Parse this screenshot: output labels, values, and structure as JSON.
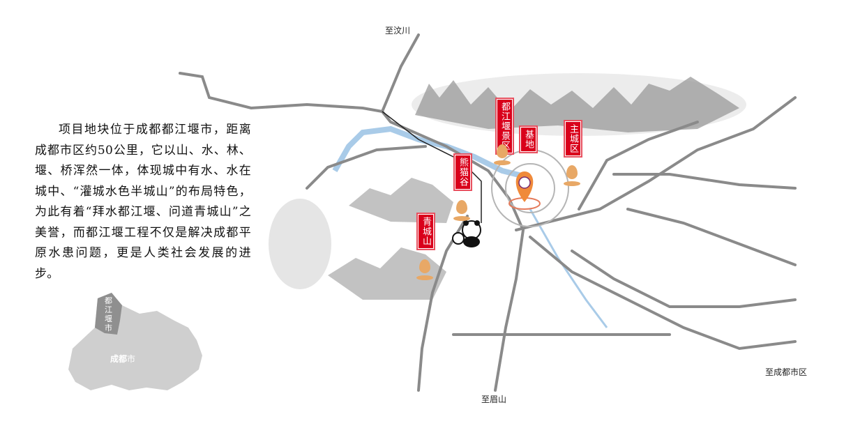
{
  "intro_text": "项目地块位于成都都江堰市，距离成都市区约50公里，它以山、水、林、堰、桥浑然一体，体现城中有水、水在城中、“灌城水色半城山”的布局特色，为此有着“拜水都江堰、问道青城山”之美誉，而都江堰工程不仅是解决成都平原水患问题，更是人类社会发展的进步。",
  "directions": {
    "north": "至汶川",
    "south": "至眉山",
    "east": "至成都市区"
  },
  "markers": [
    {
      "label": "都江堰景区"
    },
    {
      "label": "基地"
    },
    {
      "label": "主城区"
    },
    {
      "label": "熊猫谷"
    },
    {
      "label": "青城山"
    }
  ],
  "mini_map": {
    "highlight": "都江堰市",
    "region_prefix": "成都",
    "region_suffix": "市"
  },
  "colors": {
    "tag_red": "#d9001b",
    "pin_orange": "#e8a866",
    "road_gray": "#8a8a8a",
    "river_blue": "#a9cbe8"
  }
}
